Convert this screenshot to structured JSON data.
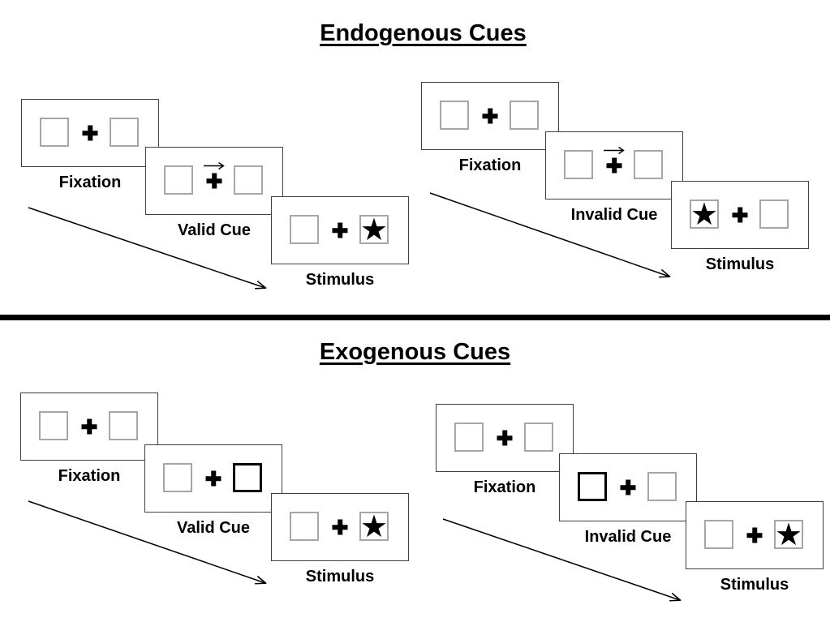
{
  "colors": {
    "background": "#ffffff",
    "panel_border": "#404040",
    "placeholder_box_border": "#a6a6a6",
    "cue_box_border": "#000000",
    "divider": "#000000",
    "text": "#000000"
  },
  "glyphs": {
    "star": "★"
  },
  "sections": [
    {
      "title": "Endogenous Cues",
      "sequences": [
        {
          "name": "valid",
          "panels": [
            {
              "label": "Fixation"
            },
            {
              "label": "Valid Cue",
              "cue": "arrow-right-above-fixation"
            },
            {
              "label": "Stimulus",
              "star": "right"
            }
          ]
        },
        {
          "name": "invalid",
          "panels": [
            {
              "label": "Fixation"
            },
            {
              "label": "Invalid Cue",
              "cue": "arrow-right-above-fixation"
            },
            {
              "label": "Stimulus",
              "star": "left"
            }
          ]
        }
      ]
    },
    {
      "title": "Exogenous Cues",
      "sequences": [
        {
          "name": "valid",
          "panels": [
            {
              "label": "Fixation"
            },
            {
              "label": "Valid Cue",
              "cue": "thick-box-right"
            },
            {
              "label": "Stimulus",
              "star": "right"
            }
          ]
        },
        {
          "name": "invalid",
          "panels": [
            {
              "label": "Fixation"
            },
            {
              "label": "Invalid Cue",
              "cue": "thick-box-left"
            },
            {
              "label": "Stimulus",
              "star": "right"
            }
          ]
        }
      ]
    }
  ]
}
